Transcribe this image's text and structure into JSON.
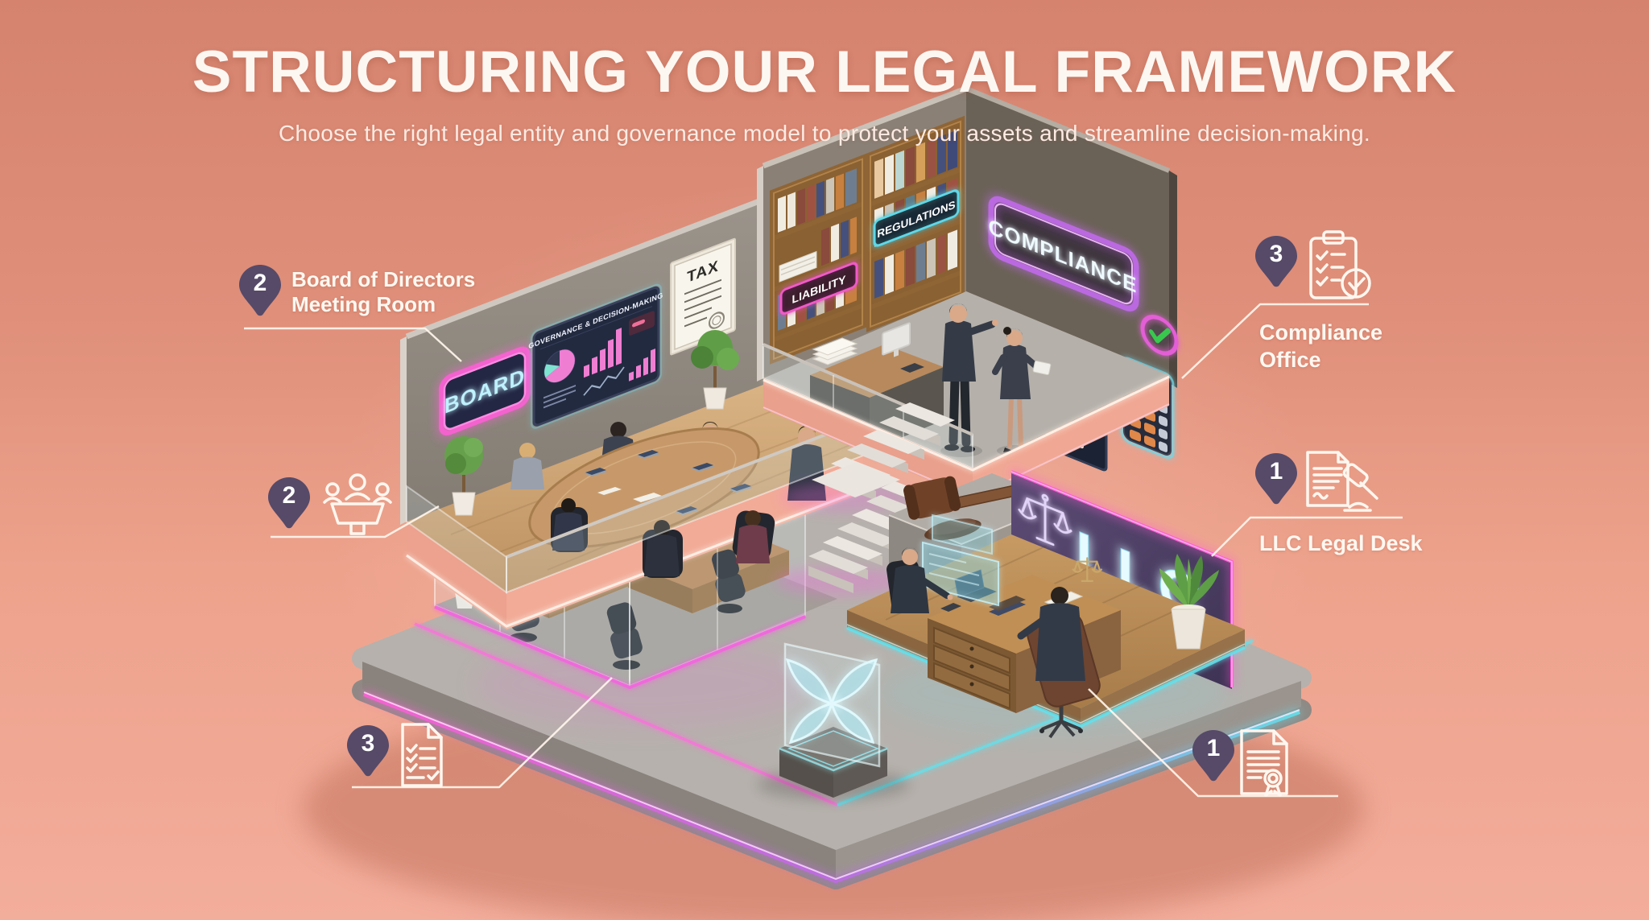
{
  "header": {
    "title": "STRUCTURING YOUR LEGAL FRAMEWORK",
    "subtitle": "Choose the right legal entity and governance model to protect your assets and streamline decision-making."
  },
  "callouts": {
    "board_room": {
      "number": "2",
      "line1": "Board of Directors",
      "line2": "Meeting Room"
    },
    "meeting_area": {
      "number": "2"
    },
    "documents": {
      "number": "3"
    },
    "compliance_office": {
      "number": "3",
      "line1": "Compliance",
      "line2": "Office"
    },
    "llc_desk": {
      "number": "1",
      "label": "LLC Legal Desk"
    },
    "certificate": {
      "number": "1"
    }
  },
  "scene": {
    "board_sign": "BOARD",
    "governance_screen_title": "GOVERNANCE & DECISION-MAKING",
    "tax_document": "TAX",
    "shelf_label_liability": "LIABILITY",
    "shelf_label_regulations": "REGULATIONS",
    "compliance_sign": "COMPLIANCE",
    "llc_sign": "LLC"
  },
  "colors": {
    "background_top": "#d5836f",
    "background_bottom": "#f3ad9b",
    "pin": "#564a68",
    "callout_line": "#fff5ec",
    "neon_pink": "#ff5fd8",
    "neon_cyan": "#62e2ee",
    "neon_purple": "#c06ae8",
    "check_green": "#38c84e",
    "board_text": "#bff2ff",
    "wood": "#c7996a",
    "slab_salmon": "#eda28e"
  }
}
